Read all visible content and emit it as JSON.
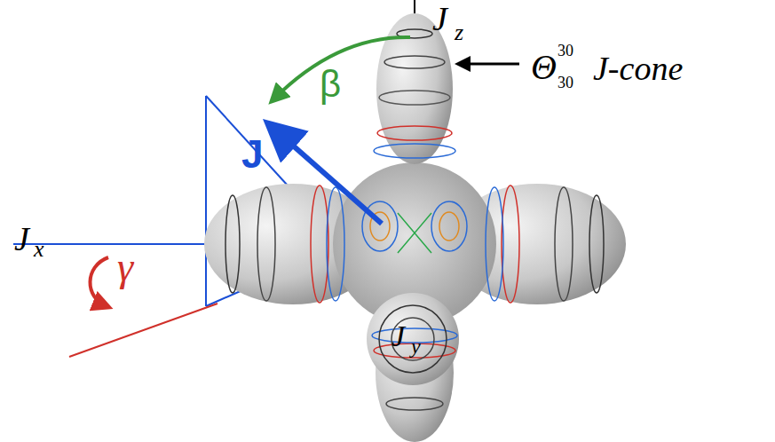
{
  "diagram": {
    "labels": [
      "J",
      "z",
      "J",
      "x",
      "J",
      "y",
      "J",
      "β",
      "γ",
      "Θ",
      "30",
      "30",
      "J-cone"
    ]
  }
}
